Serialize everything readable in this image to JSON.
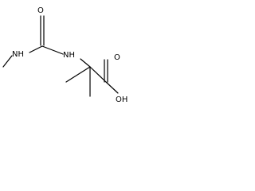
{
  "molecule": {
    "atoms": {
      "nh_left": "NH",
      "nh_right": "NH",
      "o_carbonyl_urea": "O",
      "o_carbonyl_acid": "O",
      "oh": "OH"
    }
  }
}
